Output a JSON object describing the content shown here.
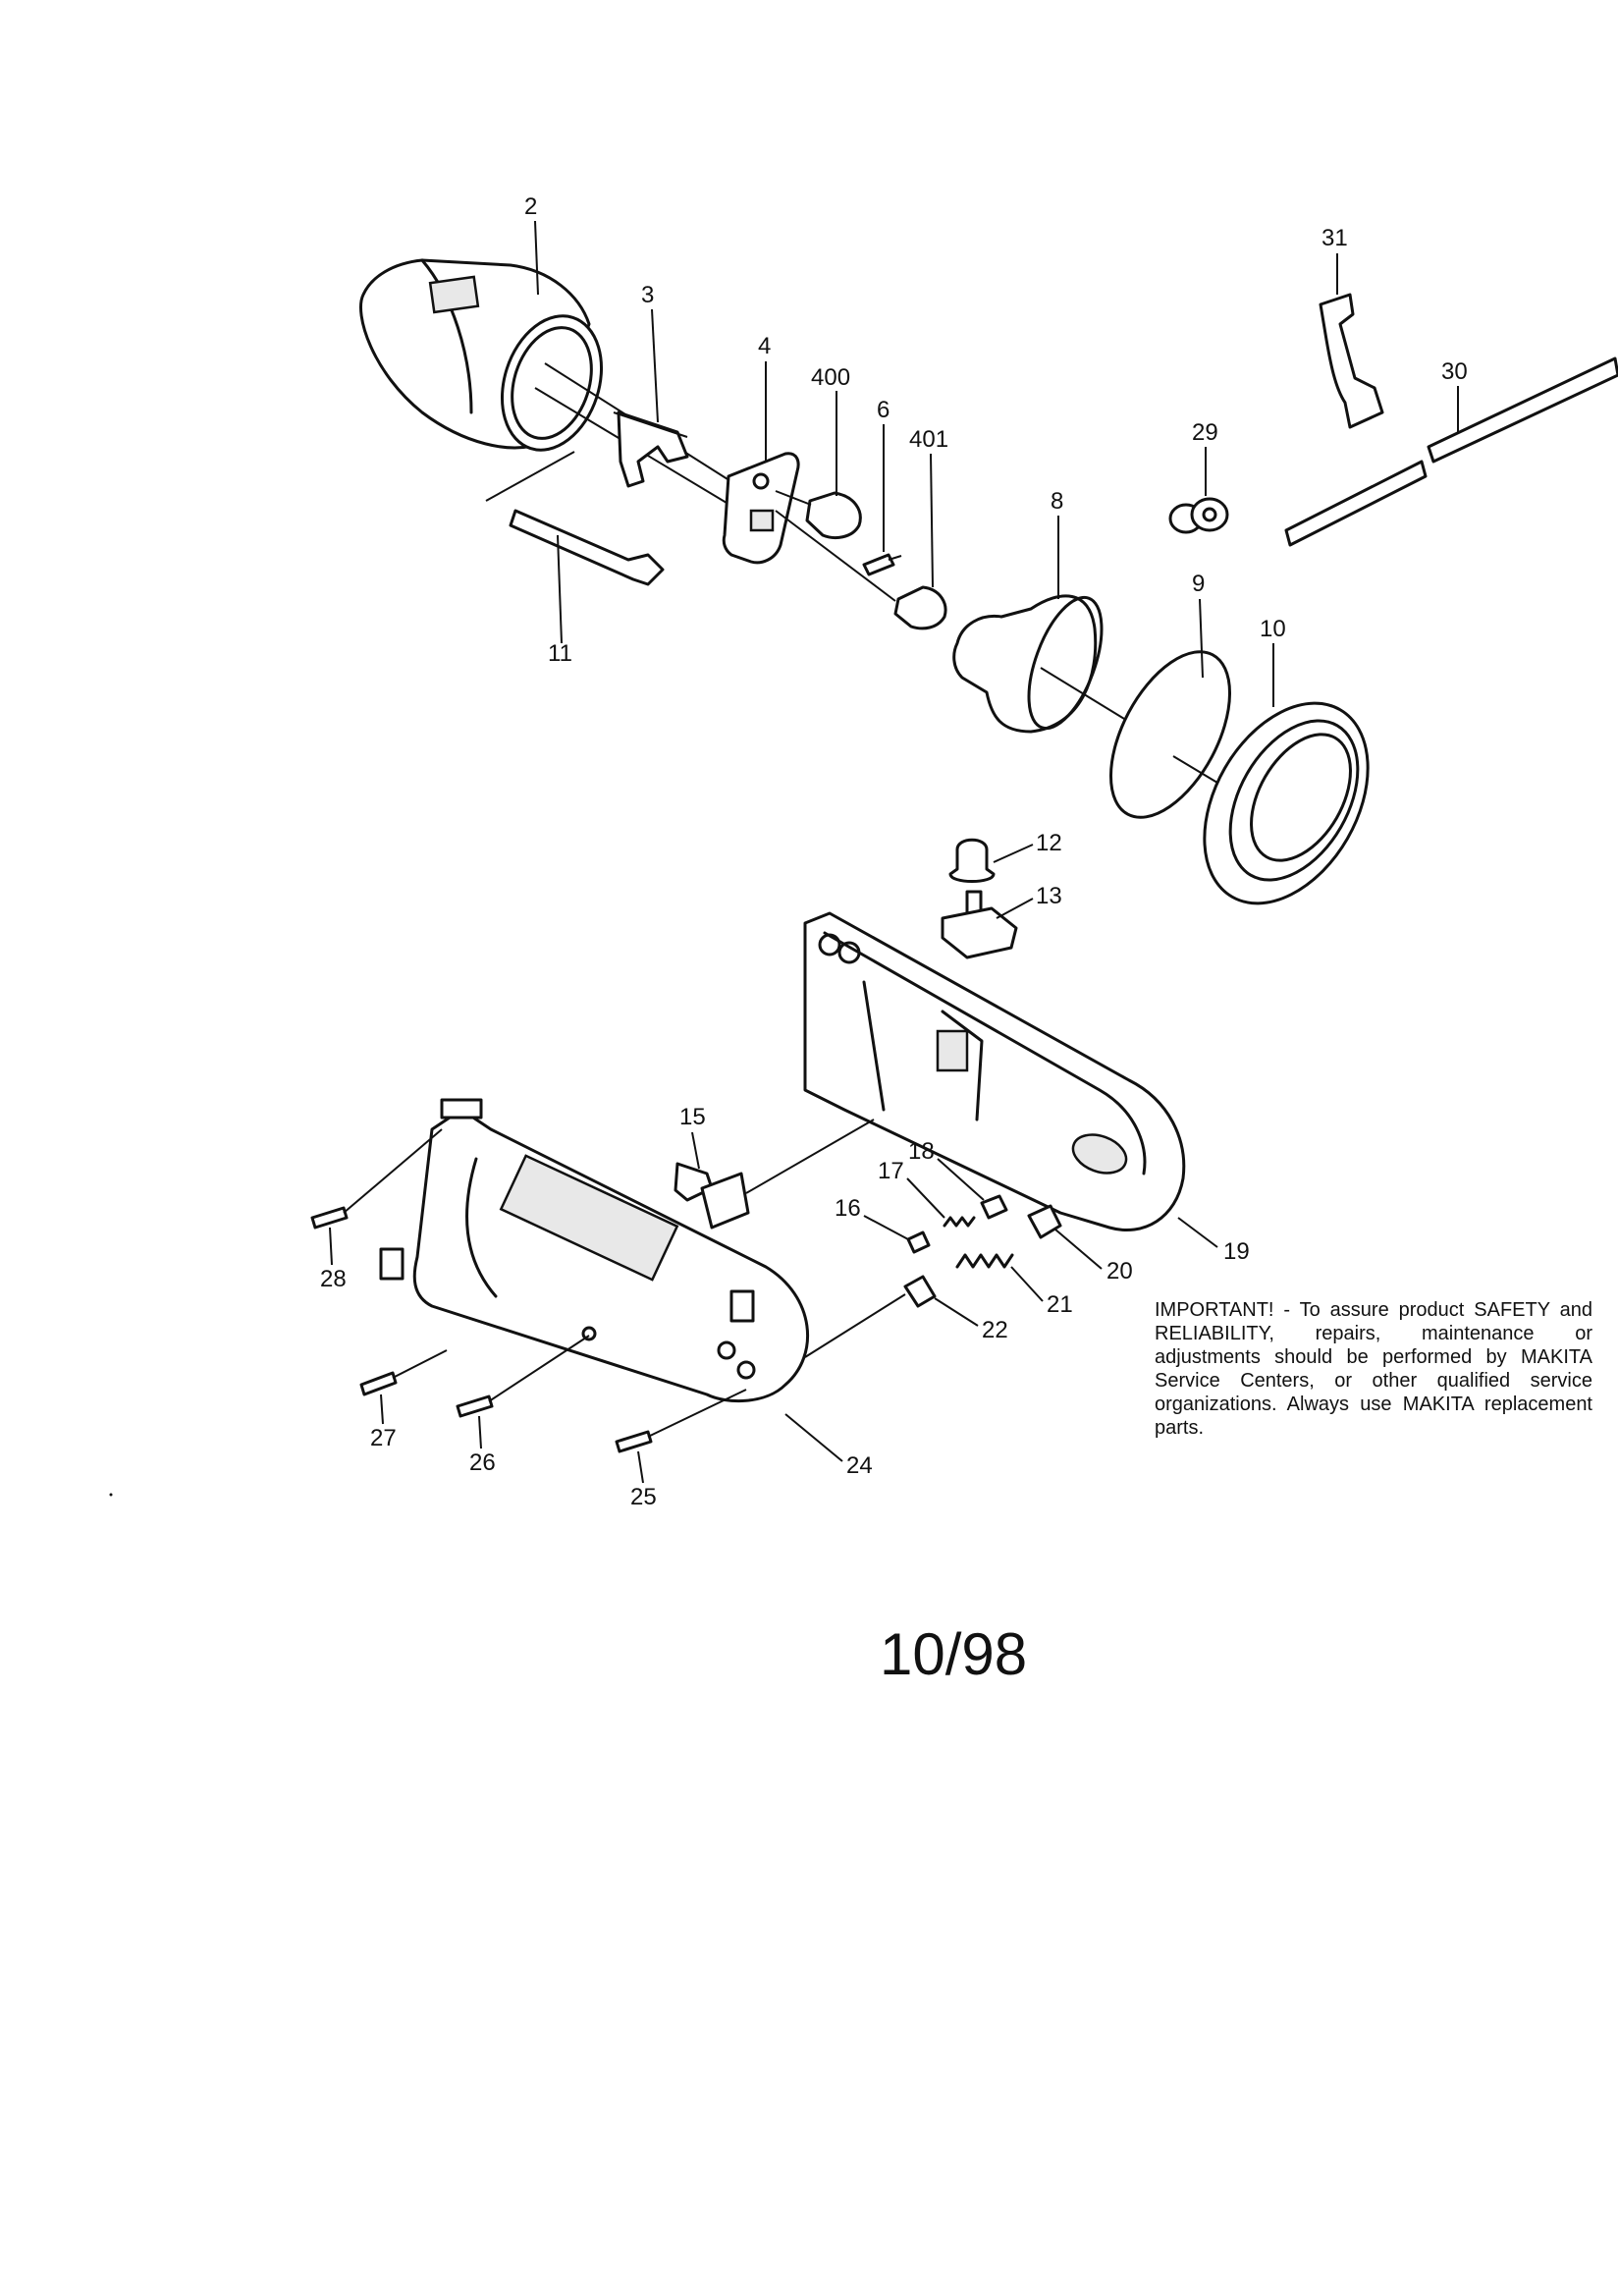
{
  "labels": {
    "p2": "2",
    "p3": "3",
    "p4": "4",
    "p400": "400",
    "p6": "6",
    "p401": "401",
    "p8": "8",
    "p9": "9",
    "p10": "10",
    "p11": "11",
    "p29": "29",
    "p30": "30",
    "p31": "31",
    "p12": "12",
    "p13": "13",
    "p15": "15",
    "p16": "16",
    "p17": "17",
    "p18": "18",
    "p19": "19",
    "p20": "20",
    "p21": "21",
    "p22": "22",
    "p24": "24",
    "p25": "25",
    "p26": "26",
    "p27": "27",
    "p28": "28"
  },
  "notice": "IMPORTANT! - To assure product SAFETY and RELIABILITY, repairs, maintenance or adjustments should be performed by MAKITA Service Centers, or other qualified service organizations. Always use MAKITA replacement parts.",
  "date_code": "10/98"
}
